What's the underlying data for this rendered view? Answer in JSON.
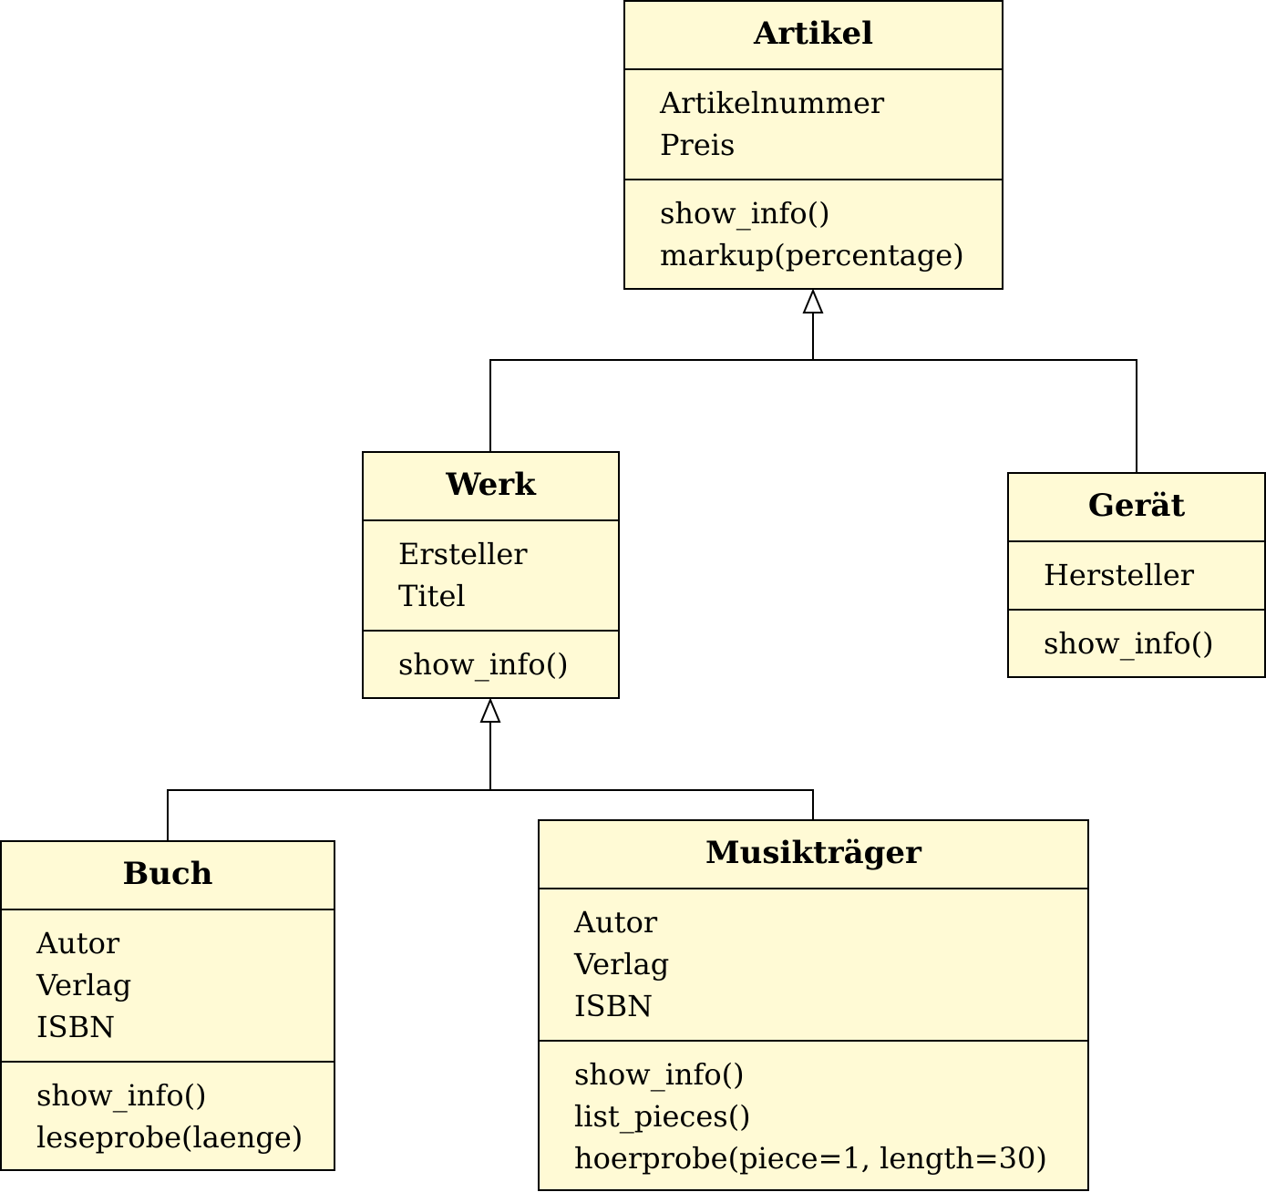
{
  "classes": {
    "artikel": {
      "name": "Artikel",
      "attributes": [
        "Artikelnummer",
        "Preis"
      ],
      "methods": [
        "show_info()",
        "markup(percentage)"
      ]
    },
    "werk": {
      "name": "Werk",
      "attributes": [
        "Ersteller",
        "Titel"
      ],
      "methods": [
        "show_info()"
      ]
    },
    "geraet": {
      "name": "Gerät",
      "attributes": [
        "Hersteller"
      ],
      "methods": [
        "show_info()"
      ]
    },
    "buch": {
      "name": "Buch",
      "attributes": [
        "Autor",
        "Verlag",
        "ISBN"
      ],
      "methods": [
        "show_info()",
        "leseprobe(laenge)"
      ]
    },
    "musiktraeger": {
      "name": "Musikträger",
      "attributes": [
        "Autor",
        "Verlag",
        "ISBN"
      ],
      "methods": [
        "show_info()",
        "list_pieces()",
        "hoerprobe(piece=1, length=30)"
      ]
    }
  },
  "relations": [
    {
      "type": "generalization",
      "parent": "Artikel",
      "children": [
        "Werk",
        "Gerät"
      ]
    },
    {
      "type": "generalization",
      "parent": "Werk",
      "children": [
        "Buch",
        "Musikträger"
      ]
    }
  ],
  "colors": {
    "class_fill": "#fffad5",
    "stroke": "#000000"
  }
}
